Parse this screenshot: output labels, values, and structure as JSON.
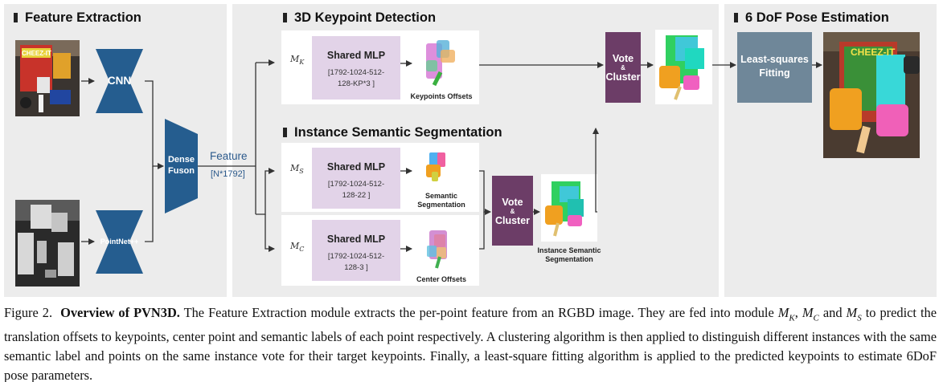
{
  "sections": {
    "feature_extraction": "Feature Extraction",
    "keypoint_detection": "3D Keypoint Detection",
    "instance_segmentation": "Instance Semantic Segmentation",
    "pose_estimation": "6 DoF Pose Estimation"
  },
  "nets": {
    "cnn": "CNN",
    "pointnet": "PointNet++",
    "dense_fusion_line1": "Dense",
    "dense_fusion_line2": "Fuson"
  },
  "feature": {
    "label": "Feature",
    "dims": "[N*1792]"
  },
  "modules": {
    "keypoint": {
      "symbol": "M",
      "subscript": "K",
      "title": "Shared MLP",
      "dims": "[1792-1024-512-128-KP*3 ]",
      "output_label": "Keypoints Offsets"
    },
    "semantic": {
      "symbol": "M",
      "subscript": "S",
      "title": "Shared MLP",
      "dims": "[1792-1024-512-128-22 ]",
      "output_label_line1": "Semantic",
      "output_label_line2": "Segmentation"
    },
    "center": {
      "symbol": "M",
      "subscript": "C",
      "title": "Shared MLP",
      "dims": "[1792-1024-512-128-3 ]",
      "output_label": "Center Offsets"
    }
  },
  "vote_cluster": {
    "line1": "Vote",
    "amp": "&",
    "line2": "Cluster"
  },
  "instance_output": {
    "line1": "Instance Semantic",
    "line2": "Segmentation"
  },
  "least_squares": {
    "line1": "Least-squares",
    "line2": "Fitting"
  },
  "photo_text": "CHEEZ-IT",
  "colors": {
    "panel": "#ececec",
    "network_blue": "#255d8f",
    "mlp_purple": "#e2d3e8",
    "vote_purple": "#6c3d67",
    "lsq_slate": "#6f8799",
    "arrow": "#333333"
  },
  "caption": {
    "figure_label": "Figure 2.",
    "bold_title": "Overview of PVN3D.",
    "part1": "The Feature Extraction module extracts the per-point feature from an RGBD image. They are fed into module",
    "m_k": "M",
    "m_k_sub": "K",
    "sep1": ",",
    "m_c": "M",
    "m_c_sub": "C",
    "and_word": "and",
    "m_s": "M",
    "m_s_sub": "S",
    "part2": "to predict the translation offsets to keypoints, center point and semantic labels of each point respectively. A clustering algorithm is then applied to distinguish different instances with the same semantic label and points on the same instance vote for their target keypoints. Finally, a least-square fitting algorithm is applied to the predicted keypoints to estimate 6DoF pose parameters."
  }
}
